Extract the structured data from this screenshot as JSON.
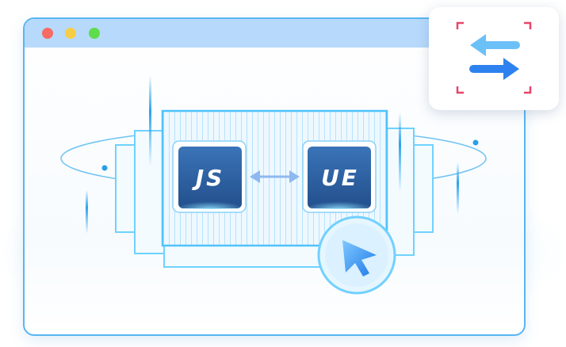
{
  "window": {
    "traffic_lights": [
      "close",
      "minimize",
      "maximize"
    ]
  },
  "chips": {
    "left_label": "JS",
    "right_label": "UE"
  },
  "icons": {
    "connector": "double-arrow-icon",
    "cursor": "cursor-arrow-icon",
    "swap": "swap-arrows-icon"
  },
  "colors": {
    "accent": "#58b6f2",
    "chip": "#2c5fa0",
    "titlebar": "#b7dafc",
    "frame_corner": "#e8456a",
    "arrow": "#2e8af0"
  }
}
